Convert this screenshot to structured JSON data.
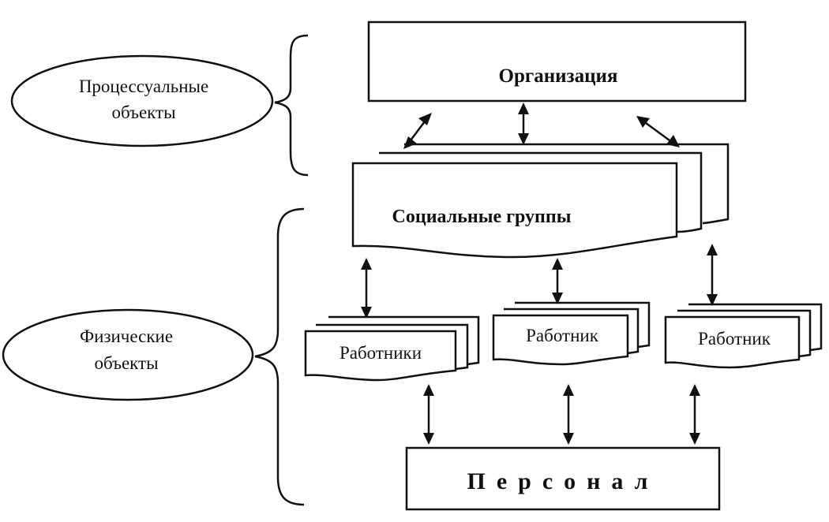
{
  "diagram": {
    "groups": {
      "process": "Процессуальные объекты",
      "process_line1": "Процессуальные",
      "process_line2": "объекты",
      "physical_line1": "Физические",
      "physical_line2": "объекты"
    },
    "nodes": {
      "organization": "Организация",
      "social_groups": "Социальные группы",
      "workers": "Работники",
      "worker_a": "Работник",
      "worker_b": "Работник",
      "personnel": "Персонал"
    }
  }
}
